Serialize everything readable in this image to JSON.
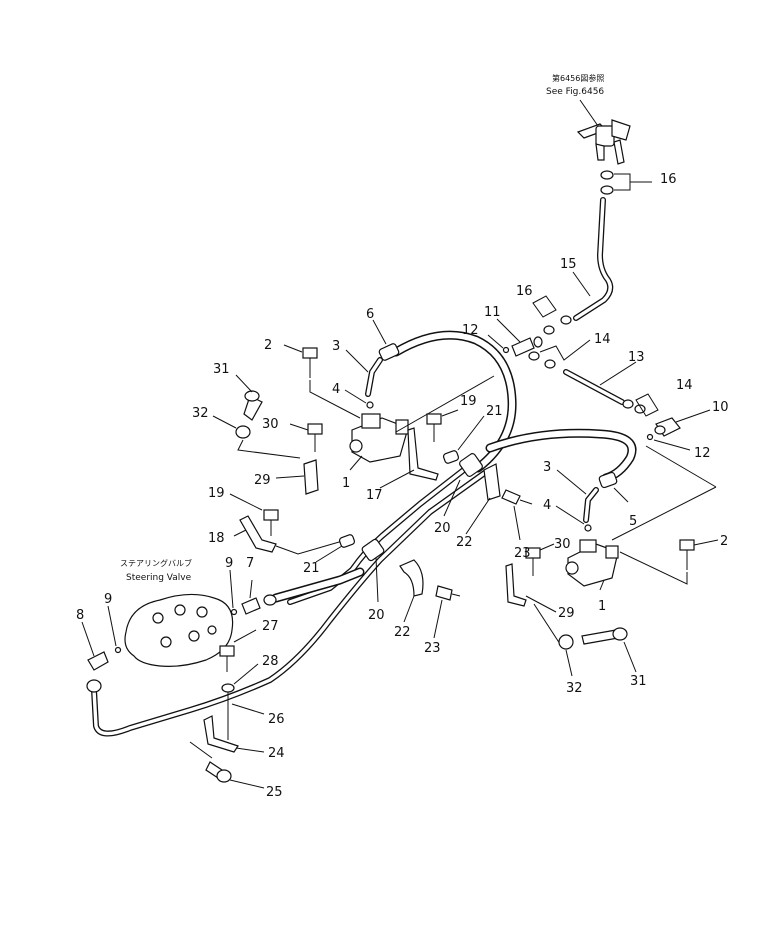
{
  "references": {
    "jp_note": "第6456図参照",
    "en_note": "See Fig.6456",
    "steering_jp": "ステアリングバルブ",
    "steering_en": "Steering Valve"
  },
  "callouts": [
    {
      "id": "c16a",
      "text": "16"
    },
    {
      "id": "c15",
      "text": "15"
    },
    {
      "id": "c16b",
      "text": "16"
    },
    {
      "id": "c11",
      "text": "11"
    },
    {
      "id": "c12a",
      "text": "12"
    },
    {
      "id": "c6",
      "text": "6"
    },
    {
      "id": "c14a",
      "text": "14"
    },
    {
      "id": "c13",
      "text": "13"
    },
    {
      "id": "c14b",
      "text": "14"
    },
    {
      "id": "c10",
      "text": "10"
    },
    {
      "id": "c12b",
      "text": "12"
    },
    {
      "id": "c2a",
      "text": "2"
    },
    {
      "id": "c3a",
      "text": "3"
    },
    {
      "id": "c31a",
      "text": "31"
    },
    {
      "id": "c4a",
      "text": "4"
    },
    {
      "id": "c32a",
      "text": "32"
    },
    {
      "id": "c30a",
      "text": "30"
    },
    {
      "id": "c19a",
      "text": "19"
    },
    {
      "id": "c21a",
      "text": "21"
    },
    {
      "id": "c1a",
      "text": "1"
    },
    {
      "id": "c17",
      "text": "17"
    },
    {
      "id": "c29a",
      "text": "29"
    },
    {
      "id": "c3b",
      "text": "3"
    },
    {
      "id": "c4b",
      "text": "4"
    },
    {
      "id": "c5",
      "text": "5"
    },
    {
      "id": "c20a",
      "text": "20"
    },
    {
      "id": "c22a",
      "text": "22"
    },
    {
      "id": "c23a",
      "text": "23"
    },
    {
      "id": "c19b",
      "text": "19"
    },
    {
      "id": "c18",
      "text": "18"
    },
    {
      "id": "c21b",
      "text": "21"
    },
    {
      "id": "c30b",
      "text": "30"
    },
    {
      "id": "c2b",
      "text": "2"
    },
    {
      "id": "c9a",
      "text": "9"
    },
    {
      "id": "c7",
      "text": "7"
    },
    {
      "id": "c9b",
      "text": "9"
    },
    {
      "id": "c8",
      "text": "8"
    },
    {
      "id": "c20b",
      "text": "20"
    },
    {
      "id": "c22b",
      "text": "22"
    },
    {
      "id": "c23b",
      "text": "23"
    },
    {
      "id": "c29b",
      "text": "29"
    },
    {
      "id": "c1b",
      "text": "1"
    },
    {
      "id": "c27",
      "text": "27"
    },
    {
      "id": "c28",
      "text": "28"
    },
    {
      "id": "c26",
      "text": "26"
    },
    {
      "id": "c24",
      "text": "24"
    },
    {
      "id": "c25",
      "text": "25"
    },
    {
      "id": "c32b",
      "text": "32"
    },
    {
      "id": "c31b",
      "text": "31"
    }
  ]
}
